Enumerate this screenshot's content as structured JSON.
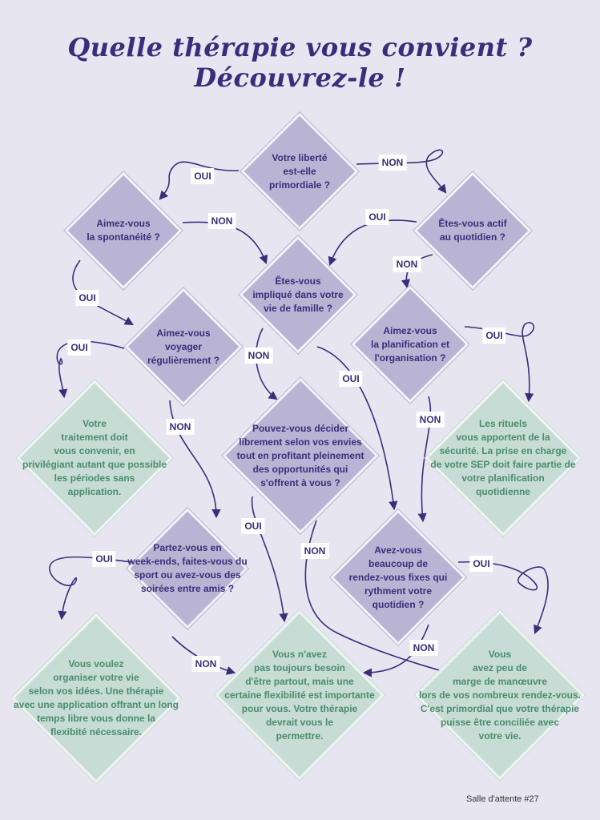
{
  "title": "Quelle thérapie vous convient ? Découvrez-le !",
  "questions": {
    "q1": "Votre liberté\nest-elle\nprimordiale ?",
    "q2": "Aimez-vous\nla spontanéité ?",
    "q3": "Êtes-vous actif\nau quotidien ?",
    "q4": "Êtes-vous\nimpliqué dans votre\nvie de famille ?",
    "q5": "Aimez-vous\nvoyager\nrégulièrement ?",
    "q6": "Aimez-vous\nla planification et\nl'organisation ?",
    "q7": "Pouvez-vous décider\nlibrement selon vos envies\ntout en profitant pleinement\ndes opportunités qui\ns'offrent à vous ?",
    "q8": "Partez-vous en\nweek-ends, faites-vous du\nsport ou avez-vous des\nsoirées entre amis ?",
    "q9": "Avez-vous\nbeaucoup de\nrendez-vous fixes qui\nrythment votre\nquotidien ?"
  },
  "answers": {
    "a1": "Votre\ntraitement doit\nvous convenir, en\nprivilégiant autant que possible\nles périodes sans\napplication.",
    "a2": "Les rituels\nvous apportent de la\nsécurité. La prise en charge\nde votre SEP doit faire partie de\nvotre planification\nquotidienne",
    "a3": "Vous voulez\norganiser votre vie\nselon vos idées. Une thérapie\navec une application offrant un long\ntemps libre vous donne la\nflexibité nécessaire.",
    "a4": "Vous n'avez\npas toujours besoin\nd'être partout, mais une\ncertaine flexibilité est importante\npour vous. Votre thérapie\ndevrait vous le\npermettre.",
    "a5": "Vous\navez peu de\nmarge de manœuvre\nlors de vos nombreux rendez-vous.\nC'est primordial que votre thérapie\npuisse être conciliée avec\nvotre vie."
  },
  "labels": {
    "yes": "OUI",
    "no": "NON"
  },
  "footer": "Salle d'attente #27",
  "colors": {
    "question": "#b9b4d3",
    "answer": "#c6dcd4",
    "ink": "#3b2d7a",
    "answer_text": "#4a8c6e"
  }
}
